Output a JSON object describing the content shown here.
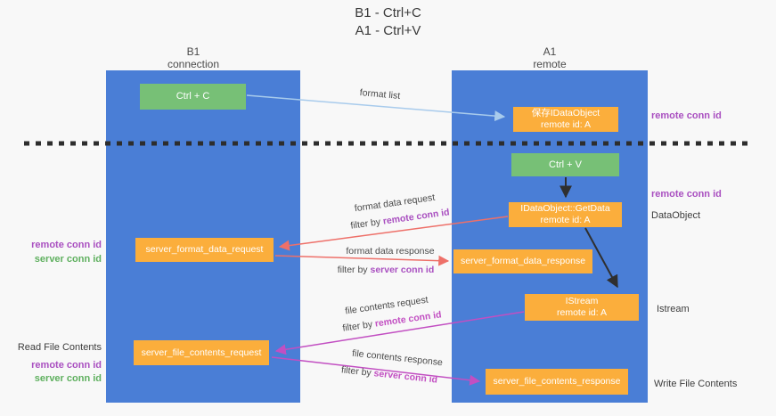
{
  "title": {
    "line1": "B1 - Ctrl+C",
    "line2": "A1 - Ctrl+V"
  },
  "lanes": {
    "left": {
      "title": "B1",
      "subtitle": "connection"
    },
    "right": {
      "title": "A1",
      "subtitle": "remote"
    }
  },
  "nodes": {
    "ctrl_c": {
      "label": "Ctrl + C"
    },
    "ctrl_v": {
      "label": "Ctrl + V"
    },
    "save_dataobject": {
      "line1": "保存IDataObject",
      "line2": "remote id: A"
    },
    "getdata": {
      "line1": "IDataObject::GetData",
      "line2": "remote id: A"
    },
    "istream": {
      "line1": "IStream",
      "line2": "remote id: A"
    },
    "server_format_data_request": {
      "label": "server_format_data_request"
    },
    "server_format_data_response": {
      "label": "server_format_data_response"
    },
    "server_file_contents_request": {
      "label": "server_file_contents_request"
    },
    "server_file_contents_response": {
      "label": "server_file_contents_response"
    }
  },
  "left_labels": {
    "remote_conn_id_1": "remote conn id",
    "server_conn_id_1": "server conn id",
    "read_file_contents": "Read File Contents",
    "remote_conn_id_2": "remote conn id",
    "server_conn_id_2": "server conn id"
  },
  "right_labels": {
    "remote_conn_id_1": "remote conn id",
    "remote_conn_id_2": "remote conn id",
    "dataobject": "DataObject",
    "istream": "Istream",
    "write_file_contents": "Write File Contents"
  },
  "arrow_labels": {
    "format_list": "format list",
    "format_data_request": "format data request",
    "filter_by_1_prefix": "filter by ",
    "filter_by_1_key": "remote conn id",
    "format_data_response": "format data response",
    "filter_by_2_prefix": "filter by ",
    "filter_by_2_key": "server conn id",
    "file_contents_request": "file contents request",
    "filter_by_3_prefix": "filter by ",
    "filter_by_3_key": "remote conn id",
    "file_contents_response": "file contents response",
    "filter_by_4_prefix": "filter by ",
    "filter_by_4_key": "server conn id"
  },
  "colors": {
    "lane_blue": "#4a7ed6",
    "node_green": "#77c076",
    "node_orange": "#fbae3c",
    "arrow_lightblue": "#a8cbec",
    "arrow_salmon": "#ee7069",
    "arrow_magenta": "#c24fc2",
    "arrow_black": "#2f2f2f",
    "label_purple": "#a94fc0",
    "label_green": "#5fb05f",
    "divider_black": "#2d2d2d"
  }
}
